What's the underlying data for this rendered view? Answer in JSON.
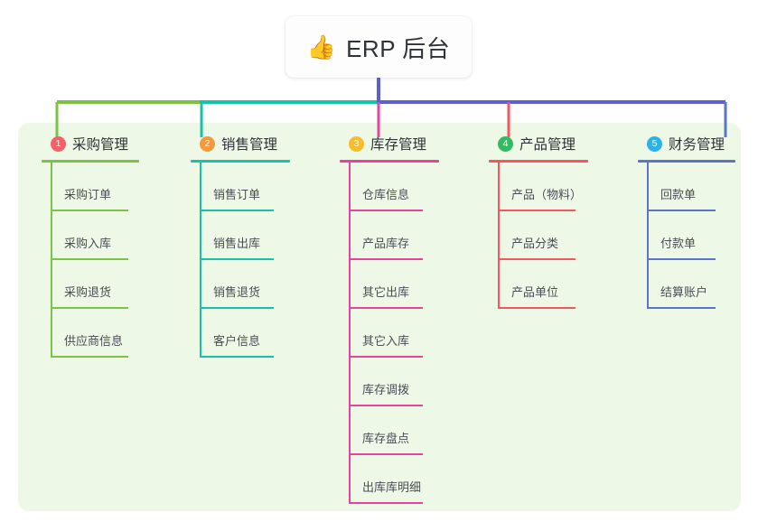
{
  "root": {
    "icon": "thumbs-up-icon",
    "emoji": "👍",
    "title": "ERP 后台"
  },
  "panel": {
    "background": "#eef8e7"
  },
  "connector_colors": {
    "segment_1": "#7cc243",
    "segment_2": "#16c3a8",
    "segment_3": "#5b5fd0",
    "drop_1": "#7cc243",
    "drop_2": "#16c3a8",
    "drop_3": "#e8439b",
    "drop_4": "#f3585f",
    "drop_5": "#5b74cc",
    "stem": "#5b5fd0"
  },
  "columns": [
    {
      "number": "1",
      "title": "采购管理",
      "badge_color": "#f2606a",
      "line_color": "#7cc243",
      "items": [
        {
          "label": "采购订单"
        },
        {
          "label": "采购入库"
        },
        {
          "label": "采购退货"
        },
        {
          "label": "供应商信息"
        }
      ]
    },
    {
      "number": "2",
      "title": "销售管理",
      "badge_color": "#f59a3c",
      "line_color": "#16c3a8",
      "items": [
        {
          "label": "销售订单"
        },
        {
          "label": "销售出库"
        },
        {
          "label": "销售退货"
        },
        {
          "label": "客户信息"
        }
      ]
    },
    {
      "number": "3",
      "title": "库存管理",
      "badge_color": "#f9bc2b",
      "line_color": "#e8439b",
      "items": [
        {
          "label": "仓库信息"
        },
        {
          "label": "产品库存"
        },
        {
          "label": "其它出库"
        },
        {
          "label": "其它入库"
        },
        {
          "label": "库存调拨"
        },
        {
          "label": "库存盘点"
        },
        {
          "label": "出库库明细"
        }
      ]
    },
    {
      "number": "4",
      "title": "产品管理",
      "badge_color": "#2fbd60",
      "line_color": "#f3585f",
      "items": [
        {
          "label": "产品（物料）"
        },
        {
          "label": "产品分类"
        },
        {
          "label": "产品单位"
        }
      ]
    },
    {
      "number": "5",
      "title": "财务管理",
      "badge_color": "#2bb3e8",
      "line_color": "#5b74cc",
      "items": [
        {
          "label": "回款单"
        },
        {
          "label": "付款单"
        },
        {
          "label": "结算账户"
        }
      ]
    }
  ]
}
